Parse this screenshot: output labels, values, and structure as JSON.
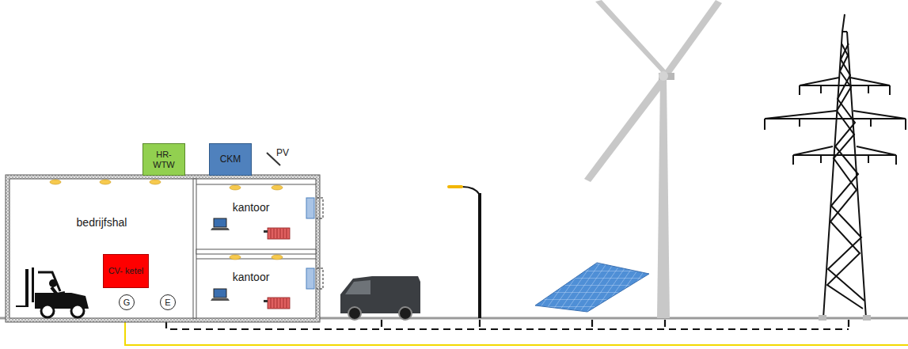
{
  "diagram": {
    "nodes": [
      {
        "text": [
          "bedrijfshal"
        ]
      },
      {
        "text": [
          "kantoor"
        ]
      },
      {
        "text": [
          "kantoor"
        ]
      },
      {
        "text": [
          "HR- WTW"
        ]
      },
      {
        "text": [
          "CKM"
        ]
      },
      {
        "text": [
          "CV- ketel"
        ],
        "in": 0
      },
      {
        "text": [
          "G"
        ],
        "in": 0
      },
      {
        "text": [
          "E"
        ],
        "in": 0
      }
    ],
    "labels": [
      "PV"
    ]
  }
}
